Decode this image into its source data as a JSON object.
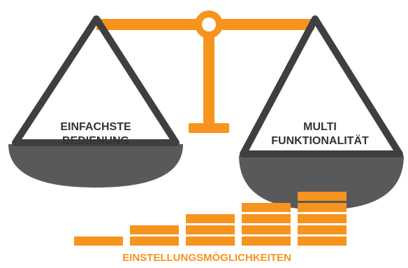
{
  "colors": {
    "accent": "#f7941d",
    "pan_fill": "#58595b",
    "triangle_stroke": "#3f3f41",
    "text_dark": "#333333",
    "background": "#ffffff"
  },
  "left_pan": {
    "line1": "EINFACHSTE",
    "line2": "BEDIENUNG"
  },
  "right_pan": {
    "line1": "MULTI",
    "line2": "FUNKTIONALITÄT"
  },
  "steps": {
    "label": "EINSTELLUNGSMÖGLICHKEITEN",
    "bar_counts": [
      1,
      2,
      3,
      4,
      5
    ]
  }
}
